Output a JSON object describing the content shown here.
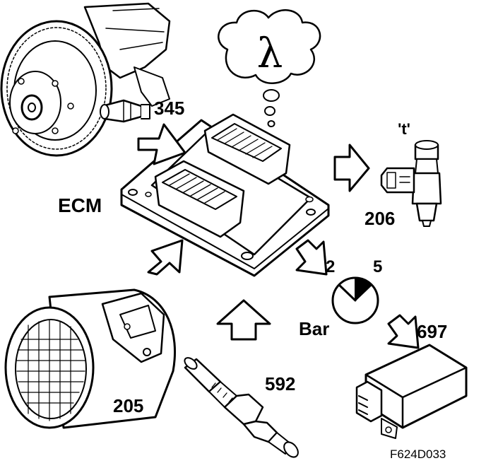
{
  "labels": {
    "crank_sensor": "345",
    "ecm": "ECM",
    "injector": "206",
    "injector_time": "'t'",
    "pressure_min": "2",
    "pressure_max": "5",
    "pressure_unit": "Bar",
    "control_unit": "697",
    "oxygen_sensor": "592",
    "air_mass_meter": "205",
    "lambda_symbol": "λ",
    "figure_code": "F624D033"
  },
  "colors": {
    "ink": "#000000",
    "paper": "#ffffff"
  }
}
